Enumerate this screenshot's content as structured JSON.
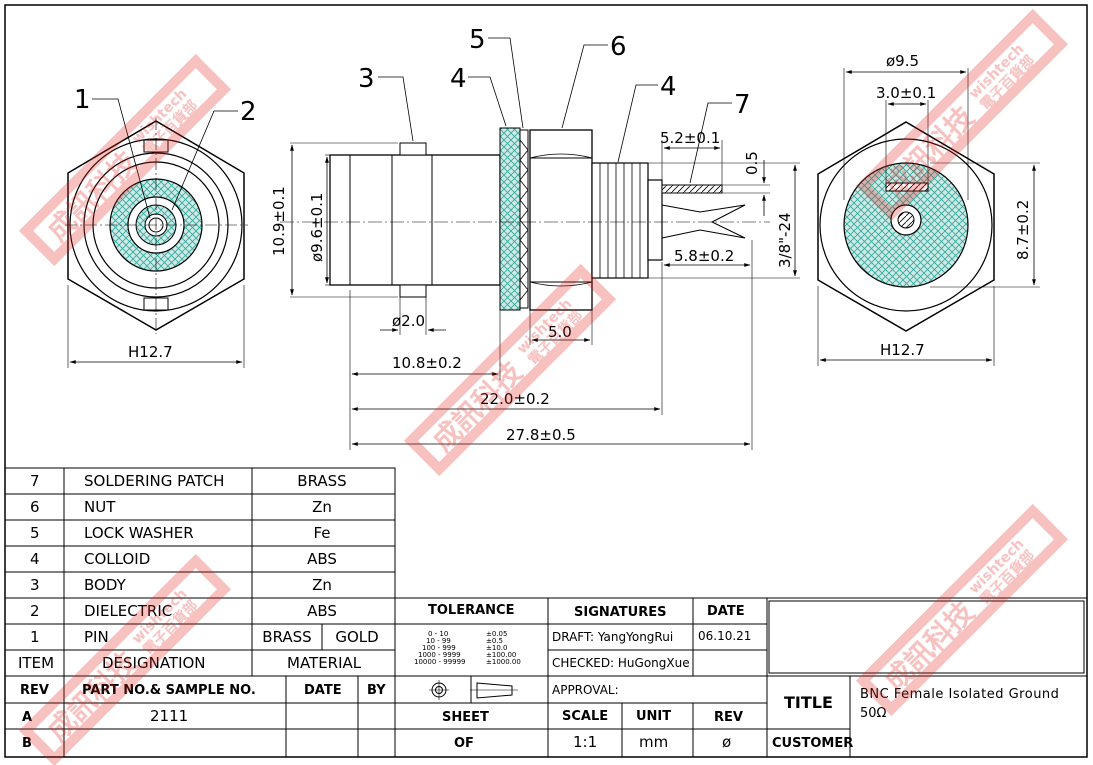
{
  "drawing": {
    "balloons": [
      "1",
      "2",
      "3",
      "4",
      "5",
      "6",
      "4",
      "7"
    ],
    "dimensions": {
      "hex_width_left": "H12.7",
      "hex_width_right": "H12.7",
      "height_10_9": "10.9±0.1",
      "dia_9_6": "ø9.6±0.1",
      "dia_2_0": "ø2.0",
      "len_10_8": "10.8±0.2",
      "len_22_0": "22.0±0.2",
      "len_27_8": "27.8±0.5",
      "nut_5_0": "5.0",
      "patch_5_2": "5.2±0.1",
      "patch_0_5": "0.5",
      "len_5_8": "5.8±0.2",
      "thread": "3/8\"-24",
      "dia_9_5": "ø9.5",
      "width_3_0": "3.0±0.1",
      "height_8_7": "8.7±0.2"
    },
    "watermark": {
      "cn": "成訊科技",
      "en": "wishtech",
      "cn2": "電子百貨部"
    }
  },
  "bom": {
    "rows": [
      {
        "item": "7",
        "designation": "SOLDERING PATCH",
        "material": "BRASS"
      },
      {
        "item": "6",
        "designation": "NUT",
        "material": "Zn"
      },
      {
        "item": "5",
        "designation": "LOCK WASHER",
        "material": "Fe"
      },
      {
        "item": "4",
        "designation": "COLLOID",
        "material": "ABS"
      },
      {
        "item": "3",
        "designation": "BODY",
        "material": "Zn"
      },
      {
        "item": "2",
        "designation": "DIELECTRIC",
        "material": "ABS"
      }
    ],
    "pin_row": {
      "item": "1",
      "designation": "PIN",
      "material_a": "BRASS",
      "material_b": "GOLD"
    },
    "header": {
      "item": "ITEM",
      "designation": "DESIGNATION",
      "material": "MATERIAL"
    }
  },
  "title_block": {
    "tolerance_label": "TOLERANCE",
    "tolerance_rows": [
      {
        "range": "0 - 10",
        "tol": "±0.05"
      },
      {
        "range": "10 - 99",
        "tol": "±0.5"
      },
      {
        "range": "100 - 999",
        "tol": "±10.0"
      },
      {
        "range": "1000 - 9999",
        "tol": "±100.00"
      },
      {
        "range": "10000 - 99999",
        "tol": "±1000.00"
      }
    ],
    "signatures_label": "SIGNATURES",
    "date_label": "DATE",
    "draft": "DRAFT: YangYongRui",
    "draft_date": "06.10.21",
    "checked": "CHECKED: HuGongXue",
    "approval": "APPROVAL:",
    "sheet_label": "SHEET",
    "of_label": "OF",
    "scale_label": "SCALE",
    "scale_value": "1:1",
    "unit_label": "UNIT",
    "unit_value": "mm",
    "rev_label": "REV",
    "rev_value": "ø",
    "title_label": "TITLE",
    "title_value_1": "BNC Female Isolated Ground",
    "title_value_2": "50Ω",
    "customer_label": "CUSTOMER",
    "rev_table": {
      "headers": {
        "rev": "REV",
        "part": "PART NO.& SAMPLE NO.",
        "date": "DATE",
        "by": "BY"
      },
      "rows": [
        {
          "rev": "A",
          "part": "2111"
        },
        {
          "rev": "B",
          "part": ""
        }
      ]
    }
  }
}
